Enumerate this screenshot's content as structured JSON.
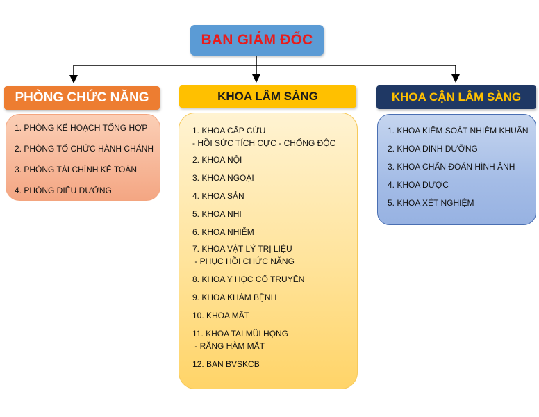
{
  "top": {
    "title": "BAN GIÁM ĐỐC"
  },
  "colors": {
    "top_bg": "#5b9bd5",
    "top_text": "#e81c1c",
    "left_header_bg": "#ed7d31",
    "mid_header_bg": "#ffc000",
    "right_header_bg": "#1f3864",
    "right_header_text": "#ffc000"
  },
  "columns": [
    {
      "header": "PHÒNG CHỨC NĂNG",
      "items": [
        {
          "line1": "1. PHÒNG KẾ HOẠCH TỔNG HỢP"
        },
        {
          "line1": "2. PHÒNG TỔ CHỨC HÀNH CHÁNH"
        },
        {
          "line1": "3. PHÒNG TÀI CHÍNH KẾ TOÁN"
        },
        {
          "line1": "4. PHÒNG ĐIỀU DƯỠNG"
        }
      ]
    },
    {
      "header": "KHOA LÂM SÀNG",
      "items": [
        {
          "line1": "1. KHOA CẤP CỨU",
          "line2": "- HỒI SỨC TÍCH CỰC - CHỐNG ĐỘC"
        },
        {
          "line1": "2. KHOA NỘI"
        },
        {
          "line1": "3. KHOA NGOẠI"
        },
        {
          "line1": "4. KHOA SẢN"
        },
        {
          "line1": "5. KHOA NHI"
        },
        {
          "line1": "6. KHOA NHIỄM"
        },
        {
          "line1": "7. KHOA VẬT LÝ TRỊ LIỆU",
          "line2": " - PHỤC HỒI CHỨC NĂNG"
        },
        {
          "line1": "8. KHOA Y HỌC CỔ TRUYỀN"
        },
        {
          "line1": "9. KHOA KHÁM BỆNH"
        },
        {
          "line1": "10. KHOA MẮT"
        },
        {
          "line1": "11. KHOA TAI MŨI HỌNG",
          "line2": " - RĂNG HÀM MẶT"
        },
        {
          "line1": "12. BAN BVSKCB"
        }
      ]
    },
    {
      "header": "KHOA CẬN LÂM SÀNG",
      "items": [
        {
          "line1": "1. KHOA KIỂM SOÁT NHIỄM KHUẨN"
        },
        {
          "line1": "2. KHOA DINH DƯỠNG"
        },
        {
          "line1": "3. KHOA CHẨN ĐOÁN HÌNH ẢNH"
        },
        {
          "line1": "4. KHOA DƯỢC"
        },
        {
          "line1": "5. KHOA XÉT NGHIỆM"
        }
      ]
    }
  ]
}
